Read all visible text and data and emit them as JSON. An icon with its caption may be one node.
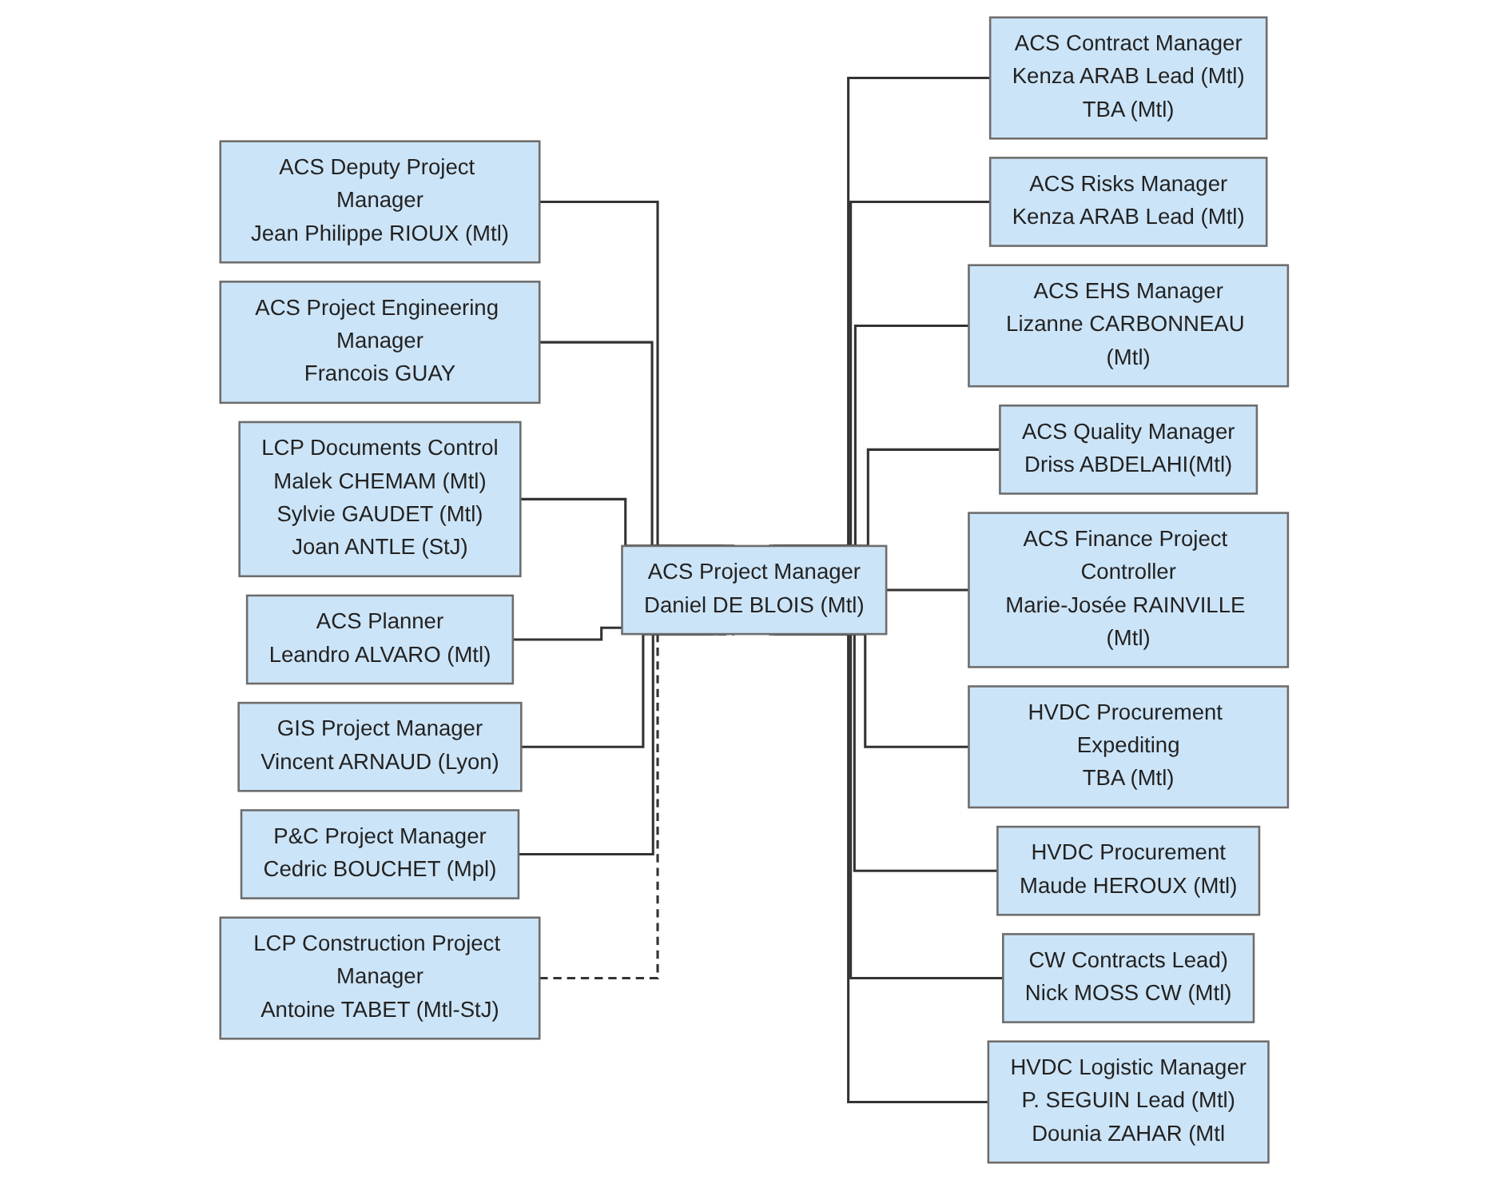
{
  "diagram": {
    "nodes": [
      {
        "text": [
          "ACS Project Manager",
          "Daniel DE BLOIS (Mtl)"
        ]
      },
      {
        "text": [
          "ACS Deputy Project Manager",
          "Jean Philippe RIOUX (Mtl)"
        ]
      },
      {
        "text": [
          "ACS Project Engineering Manager",
          "Francois GUAY"
        ]
      },
      {
        "text": [
          "LCP Documents Control",
          "Malek CHEMAM (Mtl)",
          "Sylvie GAUDET (Mtl)",
          "Joan ANTLE (StJ)"
        ]
      },
      {
        "text": [
          "ACS Planner",
          "Leandro ALVARO (Mtl)"
        ]
      },
      {
        "text": [
          "GIS Project Manager",
          "Vincent ARNAUD (Lyon)"
        ]
      },
      {
        "text": [
          "P&C Project Manager",
          "Cedric BOUCHET (Mpl)"
        ]
      },
      {
        "text": [
          "LCP Construction Project Manager",
          "Antoine TABET (Mtl-StJ)"
        ]
      },
      {
        "text": [
          "ACS Contract Manager",
          "Kenza ARAB Lead (Mtl)",
          "TBA (Mtl)"
        ]
      },
      {
        "text": [
          "ACS Risks Manager",
          "Kenza ARAB Lead (Mtl)"
        ]
      },
      {
        "text": [
          "ACS EHS Manager",
          "Lizanne CARBONNEAU (Mtl)"
        ]
      },
      {
        "text": [
          "ACS Quality Manager",
          "Driss ABDELAHI(Mtl)"
        ]
      },
      {
        "text": [
          "ACS Finance Project Controller",
          "Marie-Josée RAINVILLE (Mtl)"
        ]
      },
      {
        "text": [
          "HVDC Procurement Expediting",
          "TBA (Mtl)"
        ]
      },
      {
        "text": [
          "HVDC Procurement",
          "Maude HEROUX (Mtl)"
        ]
      },
      {
        "text": [
          "CW Contracts Lead)",
          "Nick MOSS CW (Mtl)"
        ]
      },
      {
        "text": [
          "HVDC Logistic Manager",
          "P. SEGUIN Lead (Mtl)",
          "Dounia ZAHAR (Mtl"
        ]
      }
    ],
    "edges": [
      {
        "from": 0,
        "to": 1,
        "arrow": "none"
      },
      {
        "from": 0,
        "to": 2,
        "arrow": "none"
      },
      {
        "from": 0,
        "to": 3,
        "arrow": "none"
      },
      {
        "from": 0,
        "to": 4,
        "arrow": "none"
      },
      {
        "from": 0,
        "to": 5,
        "arrow": "none"
      },
      {
        "from": 0,
        "to": 6,
        "arrow": "none"
      },
      {
        "from": 0,
        "to": 7,
        "arrow": "none",
        "style": "dashed"
      },
      {
        "from": 0,
        "to": 8,
        "arrow": "none"
      },
      {
        "from": 0,
        "to": 9,
        "arrow": "none"
      },
      {
        "from": 0,
        "to": 10,
        "arrow": "none"
      },
      {
        "from": 0,
        "to": 11,
        "arrow": "none"
      },
      {
        "from": 0,
        "to": 12,
        "arrow": "none"
      },
      {
        "from": 0,
        "to": 13,
        "arrow": "none"
      },
      {
        "from": 0,
        "to": 14,
        "arrow": "none"
      },
      {
        "from": 0,
        "to": 15,
        "arrow": "none"
      },
      {
        "from": 0,
        "to": 16,
        "arrow": "none"
      }
    ]
  }
}
